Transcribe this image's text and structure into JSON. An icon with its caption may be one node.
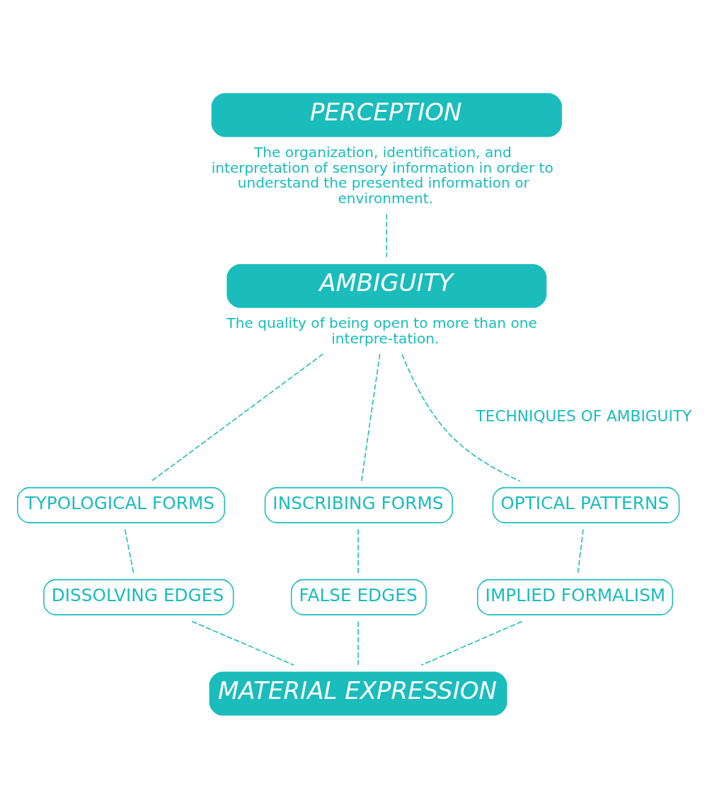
{
  "diagram": {
    "nodes": [
      {
        "text": [
          "PERCEPTION"
        ],
        "beside": [
          "The organization, identification, and interpretation of sensory information in order to understand the presented information or environment."
        ]
      },
      {
        "text": [
          "AMBIGUITY"
        ],
        "beside": [
          "The quality of being open to more than one interpre-tation."
        ]
      },
      {
        "text": [
          "TYPOLOGICAL FORMS"
        ]
      },
      {
        "text": [
          "INSCRIBING FORMS"
        ]
      },
      {
        "text": [
          "OPTICAL PATTERNS"
        ]
      },
      {
        "text": [
          "DISSOLVING EDGES"
        ]
      },
      {
        "text": [
          "FALSE EDGES"
        ]
      },
      {
        "text": [
          "IMPLIED FORMALISM"
        ]
      },
      {
        "text": [
          "MATERIAL EXPRESSION"
        ]
      }
    ],
    "edges": [
      {
        "from": 0,
        "to": 1,
        "arrow": "none",
        "style": "dashed"
      },
      {
        "from": 1,
        "to": 2,
        "arrow": "none",
        "style": "dashed"
      },
      {
        "from": 1,
        "to": 3,
        "arrow": "none",
        "style": "dashed"
      },
      {
        "from": 1,
        "to": 4,
        "arrow": "none",
        "style": "dashed"
      },
      {
        "from": 2,
        "to": 5,
        "arrow": "none",
        "style": "dashed"
      },
      {
        "from": 3,
        "to": 6,
        "arrow": "none",
        "style": "dashed"
      },
      {
        "from": 4,
        "to": 7,
        "arrow": "none",
        "style": "dashed"
      },
      {
        "from": 5,
        "to": 8,
        "arrow": "none",
        "style": "dashed"
      },
      {
        "from": 6,
        "to": 8,
        "arrow": "none",
        "style": "dashed"
      },
      {
        "from": 7,
        "to": 8,
        "arrow": "none",
        "style": "dashed"
      }
    ],
    "labels": [
      "TECHNIQUES OF AMBIGUITY"
    ]
  }
}
